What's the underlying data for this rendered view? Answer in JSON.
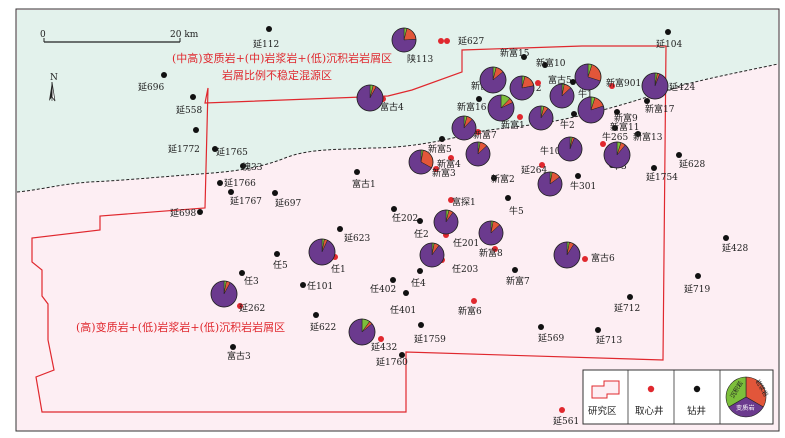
{
  "map": {
    "scale_bar": {
      "start": "0",
      "end": "20 km"
    },
    "north_arrow": "N",
    "zone_upper": [
      "(中高)变质岩+(中)岩浆岩+(低)沉积岩岩屑区",
      "岩屑比例不稳定混源区"
    ],
    "zone_lower": "(高)变质岩+(低)岩浆岩+(低)沉积岩岩屑区",
    "legend": {
      "study_area": "研究区",
      "core_well": "取心井",
      "drill_well": "钻井",
      "pie_segments": [
        "沉积岩",
        "岩浆岩",
        "变质岩"
      ]
    },
    "colors": {
      "upper_zone": "#e3f2ec",
      "lower_zone": "#fdeef3",
      "boundary": "#e0282e",
      "core_well": "#e0282e",
      "drill_well": "#111111",
      "metamorphic": "#6b3a8e",
      "magmatic": "#e2563a",
      "sedimentary": "#7cbf3b"
    }
  },
  "wells": [
    {
      "name": "延112",
      "type": "drill"
    },
    {
      "name": "陕113",
      "type": "core"
    },
    {
      "name": "延627",
      "type": "core"
    },
    {
      "name": "延104",
      "type": "drill"
    },
    {
      "name": "延696",
      "type": "drill"
    },
    {
      "name": "延558",
      "type": "drill"
    },
    {
      "name": "延1772",
      "type": "drill"
    },
    {
      "name": "延1765",
      "type": "drill"
    },
    {
      "name": "槐33",
      "type": "drill"
    },
    {
      "name": "延1766",
      "type": "drill"
    },
    {
      "name": "延1767",
      "type": "drill"
    },
    {
      "name": "延697",
      "type": "drill"
    },
    {
      "name": "延698",
      "type": "drill"
    },
    {
      "name": "富古4",
      "type": "core"
    },
    {
      "name": "富古1",
      "type": "drill"
    },
    {
      "name": "新富15",
      "type": "drill"
    },
    {
      "name": "新富10",
      "type": "drill"
    },
    {
      "name": "新富14",
      "type": "core"
    },
    {
      "name": "新富12",
      "type": "core"
    },
    {
      "name": "富古5",
      "type": "core"
    },
    {
      "name": "新富901",
      "type": "core"
    },
    {
      "name": "延424",
      "type": "core"
    },
    {
      "name": "新富16",
      "type": "drill"
    },
    {
      "name": "新富1",
      "type": "core"
    },
    {
      "name": "牛1",
      "type": "drill"
    },
    {
      "name": "牛2",
      "type": "drill"
    },
    {
      "name": "新富9",
      "type": "drill"
    },
    {
      "name": "新富17",
      "type": "drill"
    },
    {
      "name": "新富11",
      "type": "drill"
    },
    {
      "name": "新富13",
      "type": "drill"
    },
    {
      "name": "新富7",
      "type": "core"
    },
    {
      "name": "新富5",
      "type": "drill"
    },
    {
      "name": "新富4",
      "type": "core"
    },
    {
      "name": "新富3",
      "type": "core"
    },
    {
      "name": "新富2",
      "type": "drill"
    },
    {
      "name": "牛101",
      "type": "core"
    },
    {
      "name": "牛265",
      "type": "core"
    },
    {
      "name": "牛3",
      "type": "drill"
    },
    {
      "name": "延264",
      "type": "core"
    },
    {
      "name": "牛301",
      "type": "drill"
    },
    {
      "name": "延1754",
      "type": "drill"
    },
    {
      "name": "延628",
      "type": "drill"
    },
    {
      "name": "富探1",
      "type": "core"
    },
    {
      "name": "牛5",
      "type": "drill"
    },
    {
      "name": "任202",
      "type": "drill"
    },
    {
      "name": "任2",
      "type": "drill"
    },
    {
      "name": "任201",
      "type": "core"
    },
    {
      "name": "新富8",
      "type": "core"
    },
    {
      "name": "延623",
      "type": "drill"
    },
    {
      "name": "任5",
      "type": "drill"
    },
    {
      "name": "任1",
      "type": "core"
    },
    {
      "name": "任203",
      "type": "core"
    },
    {
      "name": "富古6",
      "type": "core"
    },
    {
      "name": "延428",
      "type": "drill"
    },
    {
      "name": "任3",
      "type": "drill"
    },
    {
      "name": "任101",
      "type": "drill"
    },
    {
      "name": "任4",
      "type": "drill"
    },
    {
      "name": "新富7",
      "type": "drill"
    },
    {
      "name": "延719",
      "type": "drill"
    },
    {
      "name": "任402",
      "type": "drill"
    },
    {
      "name": "延262",
      "type": "core"
    },
    {
      "name": "任401",
      "type": "drill"
    },
    {
      "name": "新富6",
      "type": "core"
    },
    {
      "name": "延712",
      "type": "drill"
    },
    {
      "name": "延622",
      "type": "drill"
    },
    {
      "name": "延1759",
      "type": "drill"
    },
    {
      "name": "延569",
      "type": "drill"
    },
    {
      "name": "延713",
      "type": "drill"
    },
    {
      "name": "延432",
      "type": "core"
    },
    {
      "name": "富古3",
      "type": "drill"
    },
    {
      "name": "延1760",
      "type": "drill"
    },
    {
      "name": "延561",
      "type": "core"
    }
  ],
  "pies": [
    {
      "well": "陕113",
      "sedimentary": 0.04,
      "magmatic": 0.2,
      "metamorphic": 0.76
    },
    {
      "well": "富古4",
      "sedimentary": 0.04,
      "magmatic": 0.04,
      "metamorphic": 0.92
    },
    {
      "well": "新富14",
      "sedimentary": 0.04,
      "magmatic": 0.1,
      "metamorphic": 0.86
    },
    {
      "well": "新富15",
      "sedimentary": 0.03,
      "magmatic": 0.12,
      "metamorphic": 0.85
    },
    {
      "well": "新富901",
      "sedimentary": 0.05,
      "magmatic": 0.25,
      "metamorphic": 0.7
    },
    {
      "well": "延424",
      "sedimentary": 0.03,
      "magmatic": 0.03,
      "metamorphic": 0.94
    },
    {
      "well": "新富16",
      "sedimentary": 0.12,
      "magmatic": 0.06,
      "metamorphic": 0.82
    },
    {
      "well": "新富12",
      "sedimentary": 0.04,
      "magmatic": 0.18,
      "metamorphic": 0.78
    },
    {
      "well": "富古5",
      "sedimentary": 0.03,
      "magmatic": 0.1,
      "metamorphic": 0.87
    },
    {
      "well": "牛1",
      "sedimentary": 0.05,
      "magmatic": 0.15,
      "metamorphic": 0.8
    },
    {
      "well": "新富1",
      "sedimentary": 0.04,
      "magmatic": 0.06,
      "metamorphic": 0.9
    },
    {
      "well": "新富7",
      "sedimentary": 0.04,
      "magmatic": 0.08,
      "metamorphic": 0.88
    },
    {
      "well": "新富5",
      "sedimentary": 0.03,
      "magmatic": 0.1,
      "metamorphic": 0.87
    },
    {
      "well": "新富4",
      "sedimentary": 0.03,
      "magmatic": 0.3,
      "metamorphic": 0.67
    },
    {
      "well": "新富3",
      "sedimentary": 0.14,
      "magmatic": 0.06,
      "metamorphic": 0.8
    },
    {
      "well": "牛101",
      "sedimentary": 0.03,
      "magmatic": 0.03,
      "metamorphic": 0.94
    },
    {
      "well": "牛265",
      "sedimentary": 0.05,
      "magmatic": 0.06,
      "metamorphic": 0.89
    },
    {
      "well": "延264",
      "sedimentary": 0.03,
      "magmatic": 0.12,
      "metamorphic": 0.85
    },
    {
      "well": "任201",
      "sedimentary": 0.04,
      "magmatic": 0.06,
      "metamorphic": 0.9
    },
    {
      "well": "新富8",
      "sedimentary": 0.03,
      "magmatic": 0.1,
      "metamorphic": 0.87
    },
    {
      "well": "任1",
      "sedimentary": 0.03,
      "magmatic": 0.04,
      "metamorphic": 0.93
    },
    {
      "well": "任203",
      "sedimentary": 0.03,
      "magmatic": 0.07,
      "metamorphic": 0.9
    },
    {
      "well": "富古6",
      "sedimentary": 0.03,
      "magmatic": 0.06,
      "metamorphic": 0.91
    },
    {
      "well": "延262",
      "sedimentary": 0.03,
      "magmatic": 0.05,
      "metamorphic": 0.92
    },
    {
      "well": "延432",
      "sedimentary": 0.1,
      "magmatic": 0.04,
      "metamorphic": 0.86
    }
  ]
}
